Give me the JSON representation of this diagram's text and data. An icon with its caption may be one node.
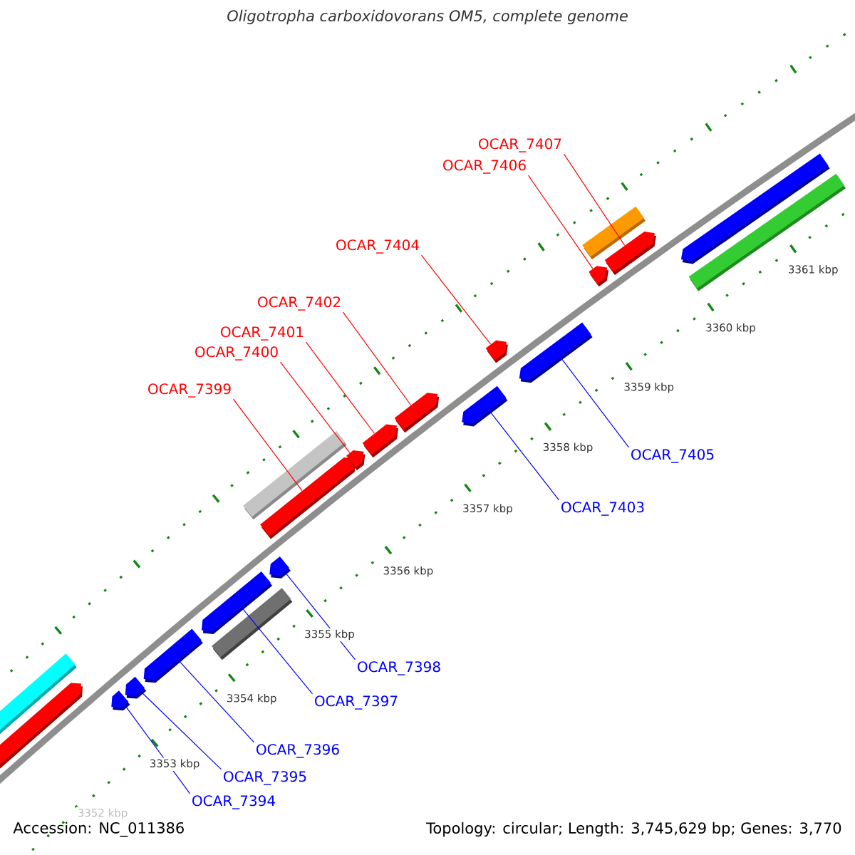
{
  "diagram": {
    "title": "Oligotropha carboxidovorans OM5, complete genome",
    "nodes": [
      {
        "text": [
          "OCAR_7407"
        ]
      },
      {
        "text": [
          "OCAR_7406"
        ]
      },
      {
        "text": [
          "OCAR_7404"
        ]
      },
      {
        "text": [
          "OCAR_7402"
        ]
      },
      {
        "text": [
          "OCAR_7401"
        ]
      },
      {
        "text": [
          "OCAR_7400"
        ]
      },
      {
        "text": [
          "OCAR_7399"
        ]
      },
      {
        "text": [
          "OCAR_7405"
        ]
      },
      {
        "text": [
          "OCAR_7403"
        ]
      },
      {
        "text": [
          "OCAR_7398"
        ]
      },
      {
        "text": [
          "OCAR_7397"
        ]
      },
      {
        "text": [
          "OCAR_7396"
        ]
      },
      {
        "text": [
          "OCAR_7395"
        ]
      },
      {
        "text": [
          "OCAR_7394"
        ]
      },
      {
        "text": [],
        "shape": "arrow"
      },
      {
        "text": [],
        "shape": "arrow"
      },
      {
        "text": [],
        "shape": "arrow"
      },
      {
        "text": [],
        "shape": "arrow"
      },
      {
        "text": [],
        "shape": "arrow"
      },
      {
        "text": [],
        "shape": "arrow"
      },
      {
        "text": [],
        "shape": "arrow"
      },
      {
        "text": [],
        "shape": "arrow"
      },
      {
        "text": [],
        "shape": "arrow"
      },
      {
        "text": [],
        "shape": "arrow"
      },
      {
        "text": [],
        "shape": "arrow"
      },
      {
        "text": [],
        "shape": "arrow"
      },
      {
        "text": [],
        "shape": "arrow"
      },
      {
        "text": [],
        "shape": "arrow"
      },
      {
        "text": [],
        "shape": "arrow"
      },
      {
        "text": [],
        "shape": "arrow"
      }
    ],
    "edges": [
      {
        "from": 0,
        "to": 28,
        "arrow": "none",
        "color": "#ff0000"
      },
      {
        "from": 1,
        "to": 27,
        "arrow": "none",
        "color": "#ff0000"
      },
      {
        "from": 2,
        "to": 25,
        "arrow": "none",
        "color": "#ff0000"
      },
      {
        "from": 3,
        "to": 23,
        "arrow": "none",
        "color": "#ff0000"
      },
      {
        "from": 4,
        "to": 22,
        "arrow": "none",
        "color": "#ff0000"
      },
      {
        "from": 5,
        "to": 21,
        "arrow": "none",
        "color": "#ff0000"
      },
      {
        "from": 6,
        "to": 19,
        "arrow": "none",
        "color": "#ff0000"
      },
      {
        "from": 7,
        "to": 26,
        "arrow": "none",
        "color": "#0000ff"
      },
      {
        "from": 8,
        "to": 24,
        "arrow": "none",
        "color": "#0000ff"
      },
      {
        "from": 9,
        "to": 20,
        "arrow": "none",
        "color": "#0000ff"
      },
      {
        "from": 10,
        "to": 18,
        "arrow": "none",
        "color": "#0000ff"
      },
      {
        "from": 11,
        "to": 17,
        "arrow": "none",
        "color": "#0000ff"
      },
      {
        "from": 12,
        "to": 16,
        "arrow": "none",
        "color": "#0000ff"
      },
      {
        "from": 13,
        "to": 15,
        "arrow": "none",
        "color": "#0000ff"
      }
    ],
    "labels": [
      "3361 kbp",
      "3360 kbp",
      "3359 kbp",
      "3358 kbp",
      "3357 kbp",
      "3356 kbp",
      "3355 kbp",
      "3354 kbp",
      "3353 kbp",
      "3352 kbp",
      "Accession: NC_011386",
      "Topology: circular; Length: 3,745,629 bp; Genes: 3,770"
    ]
  }
}
